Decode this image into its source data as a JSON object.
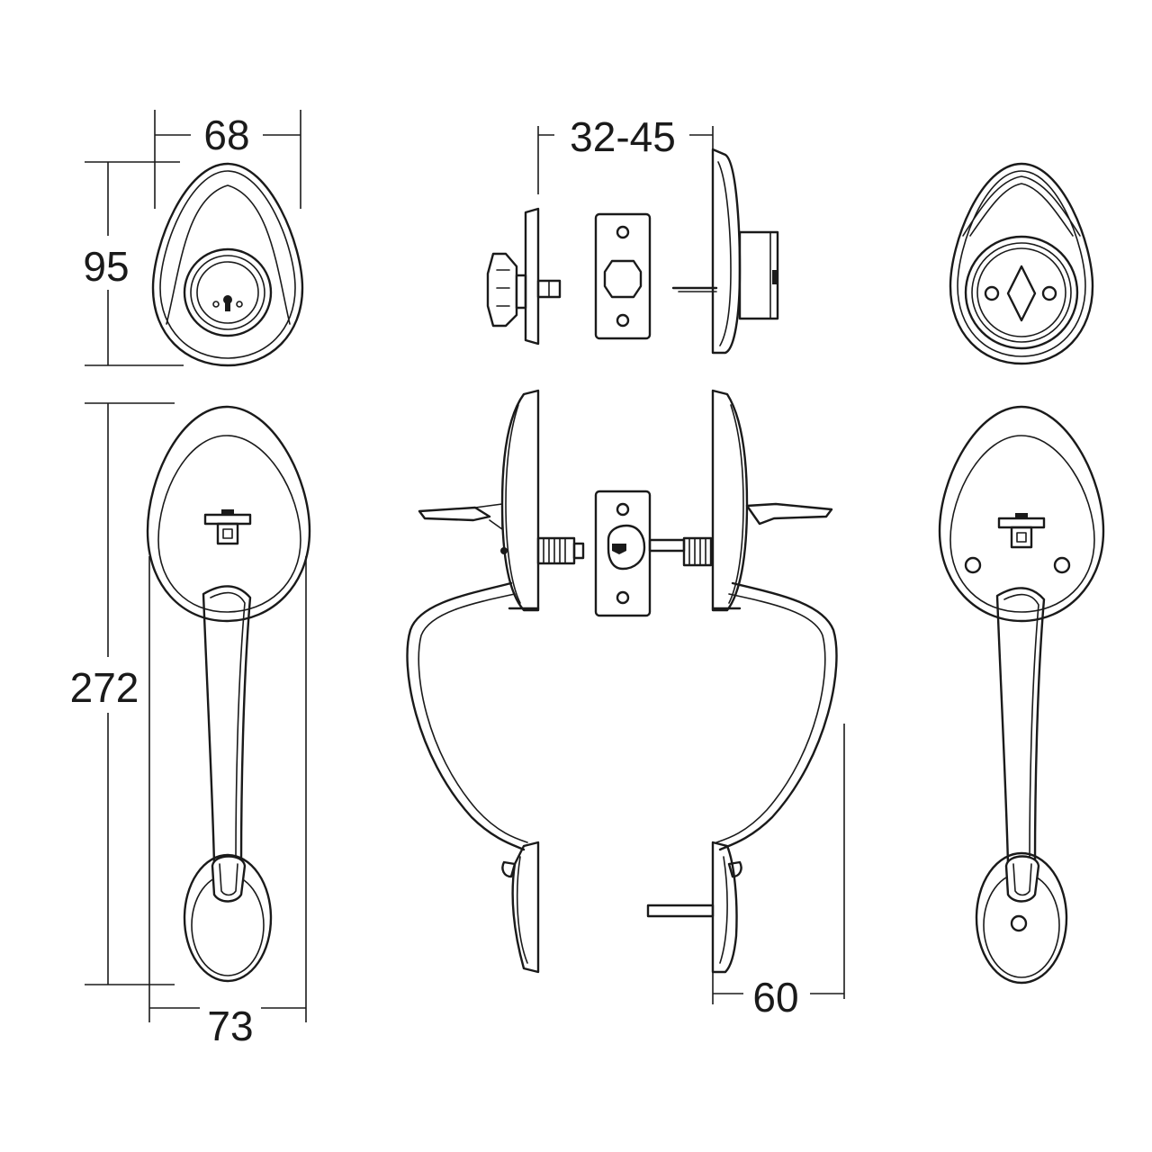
{
  "dimensions": {
    "deadbolt_width": "68",
    "deadbolt_height": "95",
    "door_thickness": "32-45",
    "handleset_height": "272",
    "handleset_width": "73",
    "handle_projection": "60"
  },
  "colors": {
    "line": "#1a1a1a",
    "background": "#ffffff"
  }
}
